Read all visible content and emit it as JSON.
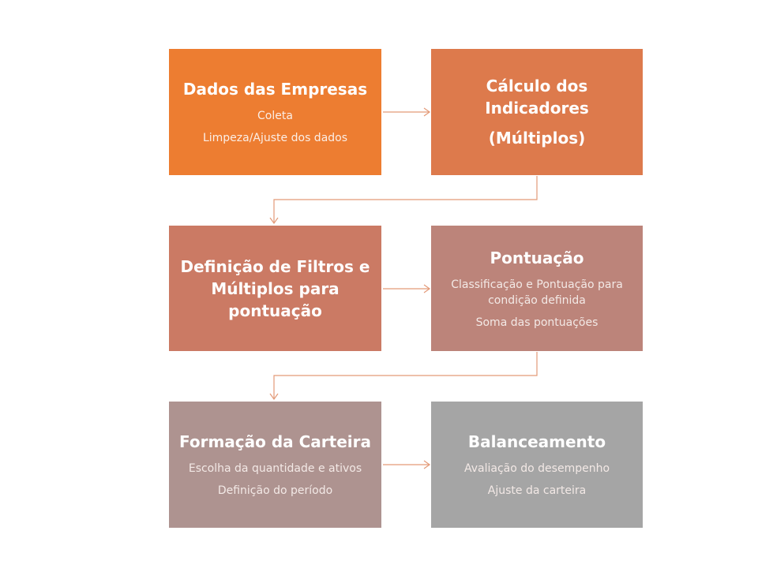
{
  "colors": {
    "box1": "#ED7D31",
    "box2": "#DD7A4C",
    "box3": "#CB7A64",
    "box4": "#BC847A",
    "box5": "#AE9390",
    "box6": "#A5A5A5",
    "connector": "#E39A78"
  },
  "boxes": [
    {
      "title": "Dados das Empresas",
      "lines": [
        "Coleta",
        "Limpeza/Ajuste dos dados"
      ]
    },
    {
      "title_lines": [
        "Cálculo dos",
        "Indicadores",
        "(Múltiplos)"
      ]
    },
    {
      "title_lines": [
        "Definição de Filtros e",
        "Múltiplos para",
        "pontuação"
      ]
    },
    {
      "title": "Pontuação",
      "lines": [
        "Classificação e Pontuação para condição definida",
        "Soma das pontuações"
      ]
    },
    {
      "title": "Formação da Carteira",
      "lines": [
        "Escolha da quantidade e ativos",
        "Definição do período"
      ]
    },
    {
      "title": "Balanceamento",
      "lines": [
        "Avaliação do desempenho",
        "Ajuste da carteira"
      ]
    }
  ]
}
